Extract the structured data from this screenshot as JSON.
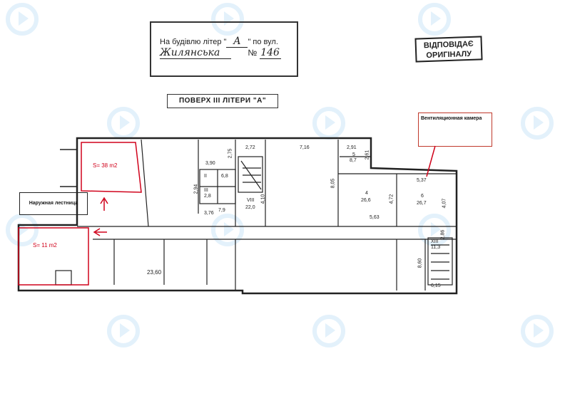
{
  "header": {
    "prefix": "На будівлю літер \"",
    "letter": "А",
    "street_prefix": "\" по вул.",
    "street": "Жилянська",
    "number_prefix": "№",
    "number": "146"
  },
  "stamp": {
    "line1": "ВІДПОВІДАЄ",
    "line2": "ОРИГІНАЛУ"
  },
  "floor_title": "ПОВЕРХ III ЛІТЕРИ \"А\"",
  "vent_note": "Вентиляционная камера",
  "outdoor_stair": "Наружная лестница",
  "areas": {
    "area1": "S= 38 m2",
    "area2": "S= 11 m2"
  },
  "dimensions": [
    "3,90",
    "2,75",
    "2,72",
    "7,16",
    "2,91",
    "5",
    "8,7",
    "2,61",
    "8,05",
    "5,37",
    "4",
    "26,6",
    "4,72",
    "6",
    "26,7",
    "4,07",
    "5,63",
    "2,94",
    "II",
    "6,8",
    "III",
    "2,8",
    "3,76",
    "7,9",
    "VIII",
    "22,0",
    "4,10",
    "23,60",
    "8,60",
    "2,86",
    "XIII",
    "11,3",
    "6,15"
  ],
  "colors": {
    "line": "#222222",
    "accent": "#d0021b",
    "watermark": "#e3f1fb"
  }
}
